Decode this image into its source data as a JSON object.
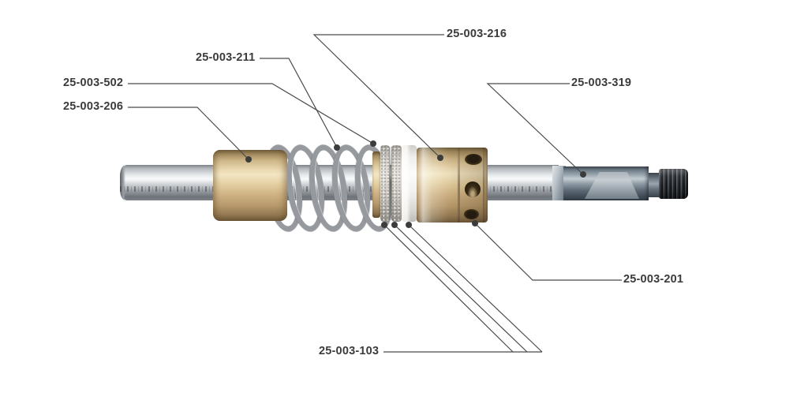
{
  "figure": {
    "type": "exploded-assembly-callout-diagram",
    "background_color": "#ffffff",
    "text_color": "#3b3b3b",
    "leader_line_color": "#4a4a4a",
    "callouts": {
      "c206": {
        "label": "25-003-206"
      },
      "c502": {
        "label": "25-003-502"
      },
      "c211": {
        "label": "25-003-211"
      },
      "c216": {
        "label": "25-003-216"
      },
      "c319": {
        "label": "25-003-319"
      },
      "c201": {
        "label": "25-003-201"
      },
      "c103": {
        "label": "25-003-103"
      }
    },
    "part_colors": {
      "brass": "#d8c094",
      "steel_shaft": "#c9cdd0",
      "dark_steel_adapter": "#6e7a86",
      "spring_wire": "#96999d",
      "abrasive_washer": "#ccc9c3",
      "white_washer": "#f3f2ef",
      "thread": "#2b2f34"
    }
  }
}
